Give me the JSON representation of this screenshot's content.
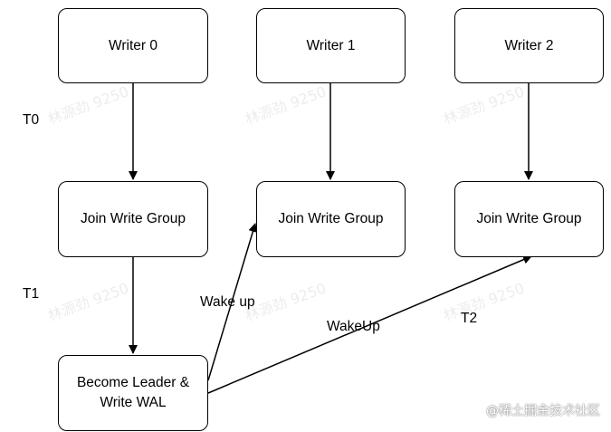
{
  "nodes": {
    "writer0": "Writer 0",
    "writer1": "Writer 1",
    "writer2": "Writer 2",
    "join0": "Join Write Group",
    "join1": "Join Write Group",
    "join2": "Join Write Group",
    "leader_line1": "Become Leader &",
    "leader_line2": "Write WAL"
  },
  "labels": {
    "t0": "T0",
    "t1": "T1",
    "t2": "T2",
    "wake_up": "Wake up",
    "wakeup": "WakeUp"
  },
  "watermarks": {
    "diagonal": "林源劲 9250",
    "corner": "@稀土掘金技术社区"
  }
}
